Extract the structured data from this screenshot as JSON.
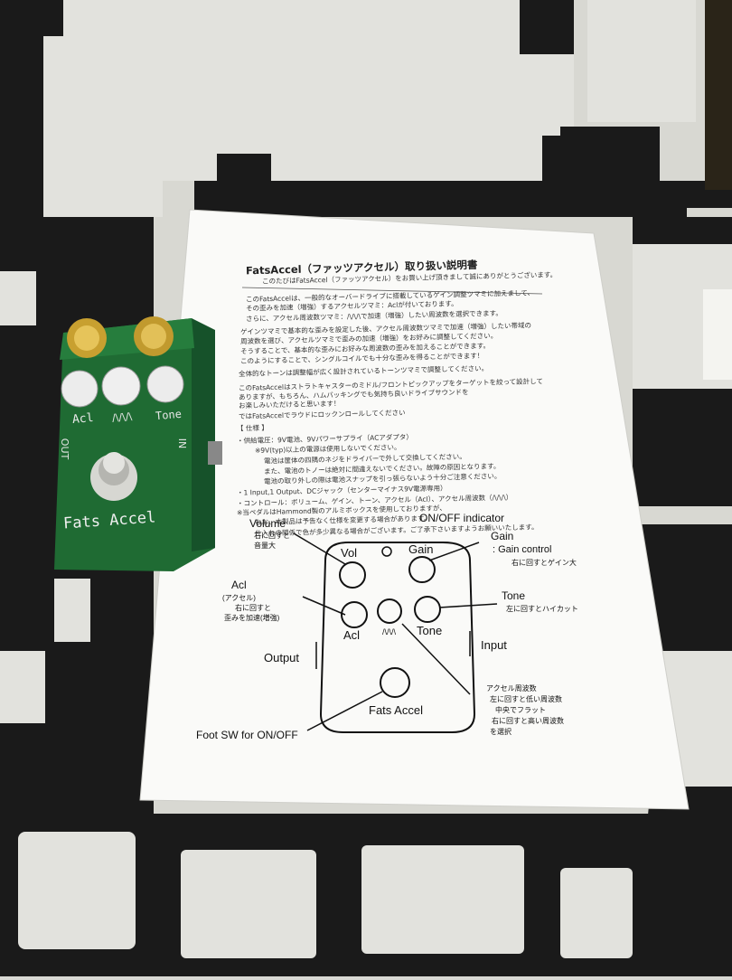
{
  "pedal": {
    "label_acl": "Acl",
    "label_wave": "/\\/\\/\\",
    "label_tone": "Tone",
    "label_out": "OUT",
    "label_in": "IN",
    "name": "Fats Accel",
    "body_color": "#1f6b33"
  },
  "sheet": {
    "title": "FatsAccel（ファッツアクセル）取り扱い説明書",
    "intro": [
      "このたびはFatsAccel（ファッツアクセル）をお買い上げ頂きまして誠にありがとうございます。",
      "このFatsAccelは、一般的なオーバードライブに搭載しているゲイン調整ツマミに加えまして、",
      "その歪みを加速（増強）するアクセルツマミ：Aclが付いております。",
      "さらに、アクセル周波数ツマミ：/\\/\\/\\で加速（増強）したい周波数を選択できます。",
      "ゲインツマミで基本的な歪みを設定した後、アクセル周波数ツマミで加速（増強）したい帯域の",
      "周波数を選び、アクセルツマミで歪みの加速（増強）をお好みに調整してください。",
      "そうすることで、基本的な歪みにお好みな周波数の歪みを加えることができます。",
      "このようにすることで、シングルコイルでも十分な歪みを得ることができます！",
      "全体的なトーンは調整幅が広く設計されているトーンツマミで調整してください。",
      "このFatsAccelはストラトキャスターのミドル/フロントピックアップをターゲットを絞って設計して",
      "ありますが、もちろん、ハムバッキングでも気持ち良いドライブサウンドを",
      "お楽しみいただけると思います！",
      "ではFatsAccelでラウドにロックンロールしてください"
    ],
    "spec_header": "【 仕様 】",
    "specs": [
      "・供給電圧：9V電池、9Vパワーサプライ（ACアダプタ）",
      "※9V(typ)以上の電源は使用しないでください。",
      "電池は筐体の四隅のネジをドライバーで外して交換してください。",
      "また、電池のトノーは絶対に間違えないでください。故障の原因となります。",
      "電池の取り外しの際は電池スナップを引っ張らないよう十分ご注意ください。",
      "・1 Input,1 Output、DCジャック（センターマイナス9V電源専用）",
      "・コントロール：ボリューム、ゲイン、トーン、アクセル（Acl）、アクセル周波数（/\\/\\/\\）",
      "※当ペダルはHammond製のアルミボックスを使用しておりますが、",
      "なお、本製品は予告なく仕様を変更する場合があります。",
      "仕入れの関係で色が多少異なる場合がございます。ご了承下さいますようお願いいたします。"
    ],
    "diagram": {
      "volume": "Volume",
      "volume_sub1": "右に回すと",
      "volume_sub2": "音量大",
      "onoff": "ON/OFF indicator",
      "gain": "Gain",
      "gain_desc": ": Gain control",
      "gain_sub": "右に回すとゲイン大",
      "vol": "Vol",
      "gain_knob": "Gain",
      "acl": "Acl",
      "acl_sub1": "(アクセル)",
      "acl_sub2": "右に回すと",
      "acl_sub3": "歪みを加速(増強)",
      "tone": "Tone",
      "tone_sub": "左に回すとハイカット",
      "acl_knob": "Acl",
      "tone_knob": "Tone",
      "wave_knob": "/\\/\\/\\",
      "output": "Output",
      "input": "Input",
      "freq1": "アクセル周波数",
      "freq2": "左に回すと低い周波数",
      "freq3": "中央でフラット",
      "freq4": "右に回すと高い周波数",
      "freq5": "を選択",
      "name": "Fats Accel",
      "footsw": "Foot SW  for ON/OFF"
    }
  }
}
